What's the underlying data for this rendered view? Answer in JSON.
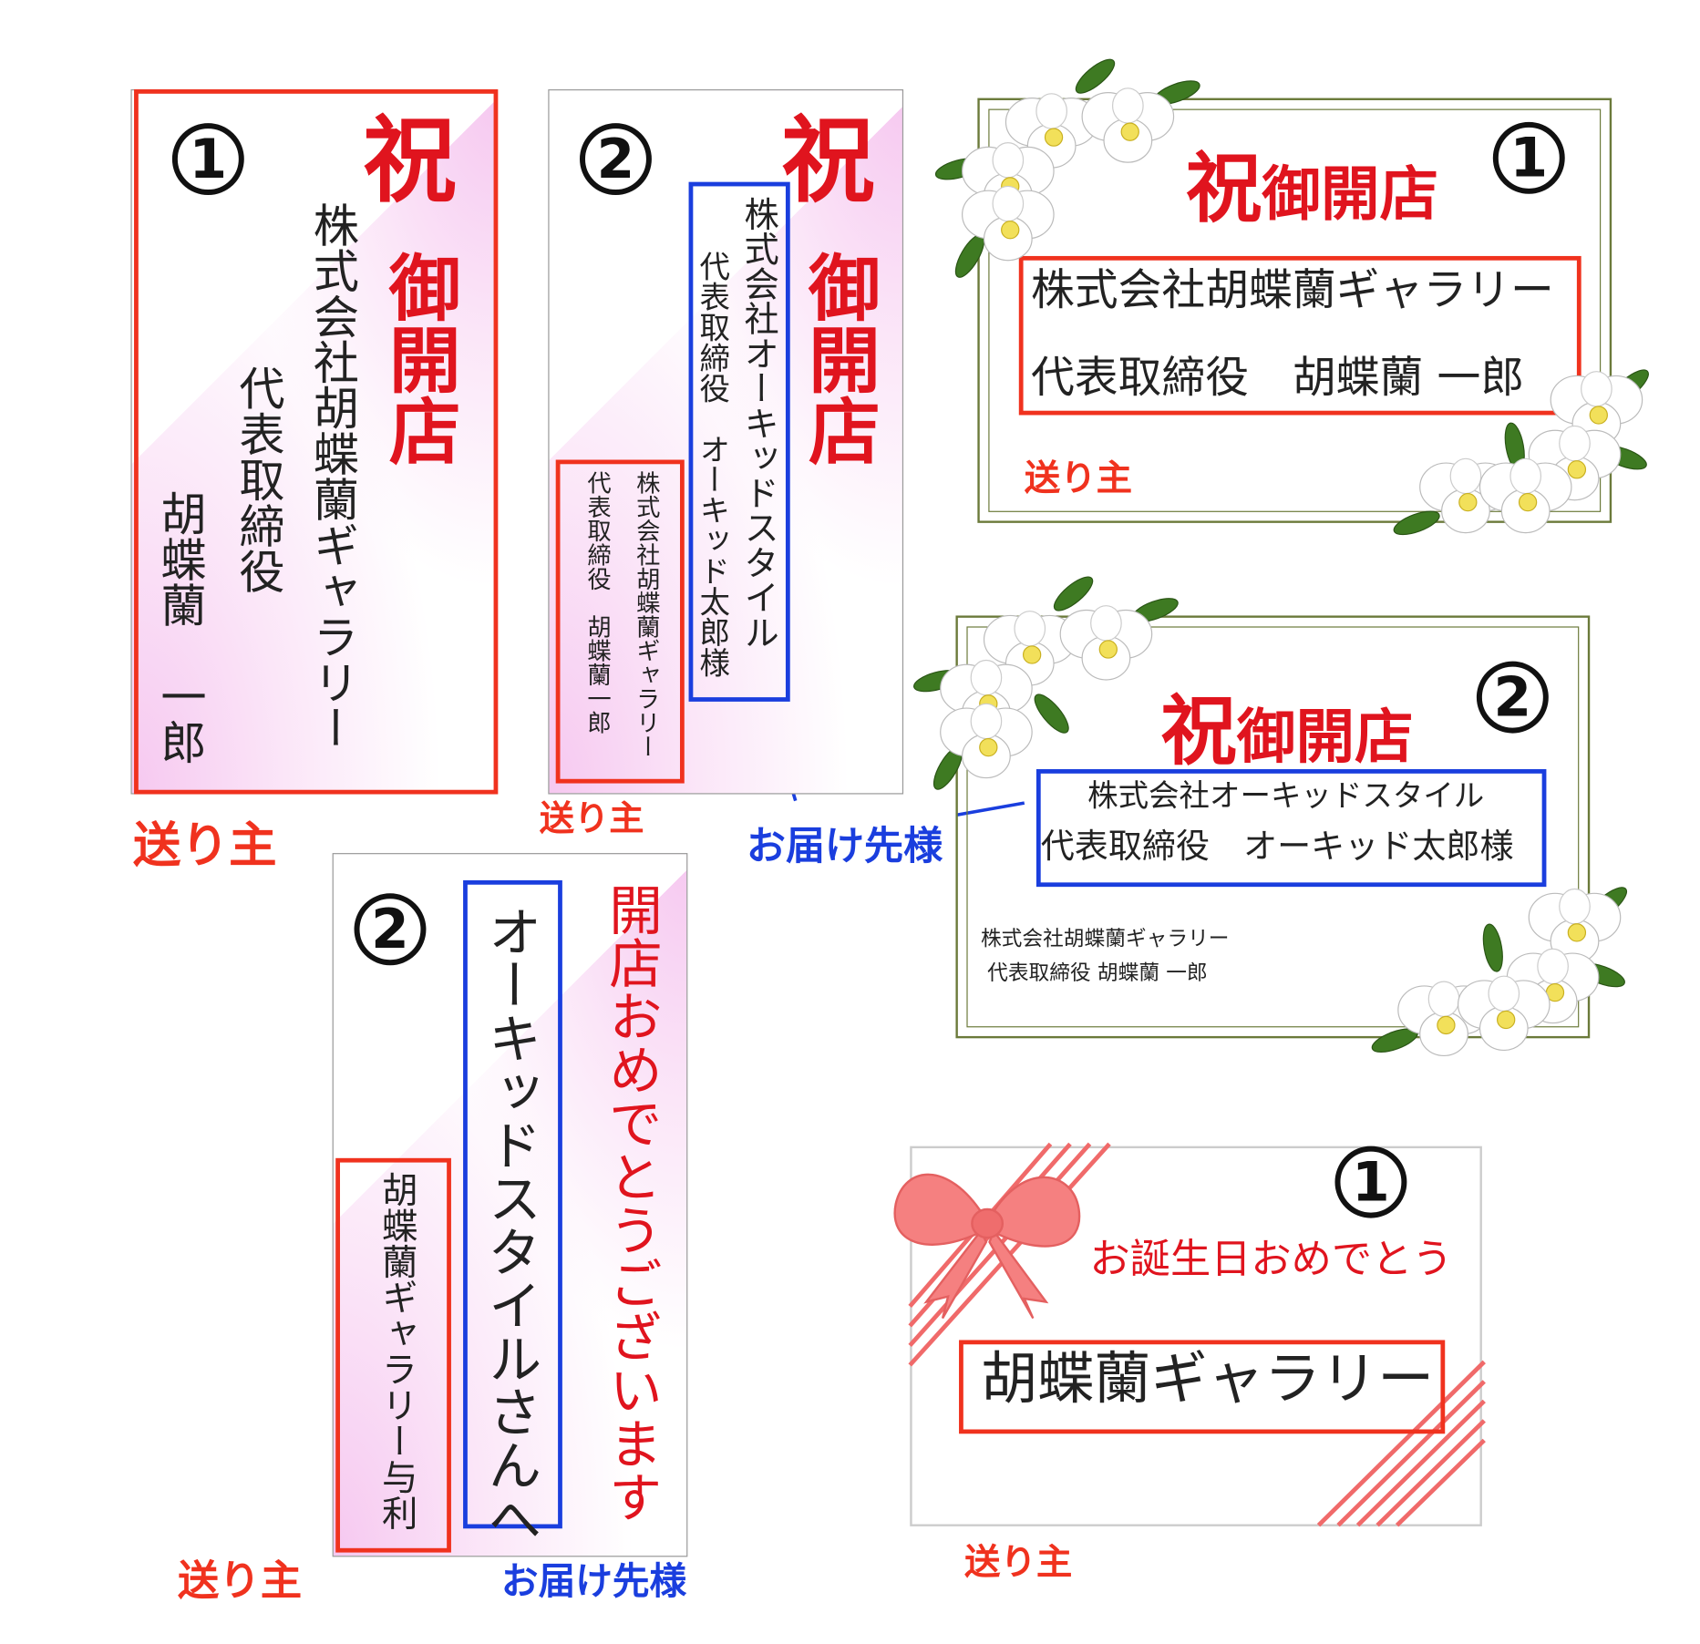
{
  "colors": {
    "red_box": "#f0321e",
    "blue_box": "#1a3ede",
    "title_red": "#e0141e",
    "frame": "#6b7a3a"
  },
  "card_a": {
    "number": "1",
    "iwai": "祝",
    "title": "御開店",
    "company": "株式会社胡蝶蘭ギャラリー",
    "role": "代表取締役",
    "name": "胡蝶蘭　一郎",
    "label": "送り主"
  },
  "card_b": {
    "number": "2",
    "iwai": "祝",
    "title": "御開店",
    "recipient_company": "株式会社オーキッドスタイル",
    "recipient_name": "代表取締役　オーキッド太郎様",
    "sender_company": "株式会社胡蝶蘭ギャラリー",
    "sender_name": "代表取締役　胡蝶蘭一郎",
    "label_sender": "送り主",
    "label_recipient": "お届け先様"
  },
  "card_c": {
    "number": "1",
    "iwai": "祝",
    "title": "御開店",
    "company": "株式会社胡蝶蘭ギャラリー",
    "name": "代表取締役　胡蝶蘭 一郎",
    "label": "送り主"
  },
  "card_d": {
    "number": "2",
    "iwai": "祝",
    "title": "御開店",
    "recipient_company": "株式会社オーキッドスタイル",
    "recipient_name": "代表取締役　オーキッド太郎様",
    "sender_company": "株式会社胡蝶蘭ギャラリー",
    "sender_name": "代表取締役 胡蝶蘭 一郎"
  },
  "card_e": {
    "number": "2",
    "message": "開店おめでとうございます",
    "recipient": "オーキッドスタイルさんへ",
    "sender": "胡蝶蘭ギャラリー与利",
    "label_sender": "送り主",
    "label_recipient": "お届け先様"
  },
  "card_f": {
    "number": "1",
    "message": "お誕生日おめでとう",
    "sender": "胡蝶蘭ギャラリー",
    "label": "送り主"
  }
}
